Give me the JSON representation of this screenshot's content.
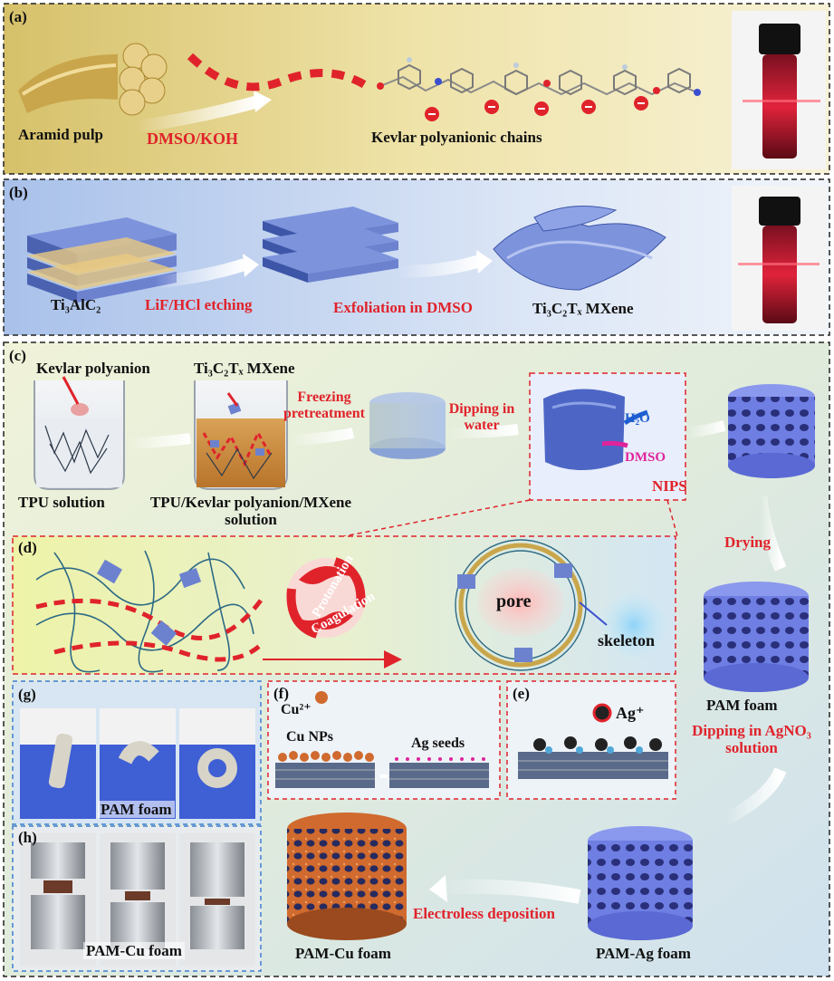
{
  "panels": {
    "a": {
      "letter": "(a)",
      "aramid_label": "Aramid pulp",
      "solvent_label": "DMSO/KOH",
      "chain_label": "Kevlar polyanionic chains"
    },
    "b": {
      "letter": "(b)",
      "max_label": "Ti₃AlC₂",
      "etch_label": "LiF/HCl etching",
      "exfoliation_label": "Exfoliation in DMSO",
      "mxene_label": "Ti₃C₂Tₓ MXene"
    },
    "c": {
      "letter": "(c)",
      "kevlar_label": "Kevlar polyanion",
      "mxene_label": "Ti₃C₂Tₓ MXene",
      "tpu_label": "TPU solution",
      "mix_label": "TPU/Kevlar polyanion/MXene solution",
      "freezing_label": "Freezing pretreatment",
      "dipping_label": "Dipping in water",
      "h2o_label": "H₂O",
      "dmso_label": "DMSO",
      "nips_label": "NIPS"
    },
    "d": {
      "letter": "(d)",
      "protonation_label": "Protonation",
      "coagulation_label": "Coagulation",
      "pore_label": "pore",
      "skeleton_label": "skeleton"
    },
    "e": {
      "letter": "(e)",
      "ion_label": "Ag⁺"
    },
    "f": {
      "letter": "(f)",
      "ion_label": "Cu²⁺",
      "np_label": "Cu NPs",
      "seed_label": "Ag seeds"
    },
    "g": {
      "letter": "(g)",
      "caption": "PAM foam"
    },
    "h": {
      "letter": "(h)",
      "caption": "PAM-Cu foam"
    },
    "right_flow": {
      "drying_label": "Drying",
      "pam_foam_label": "PAM foam",
      "dipping_ag_label": "Dipping in AgNO₃ solution",
      "pam_ag_label": "PAM-Ag foam",
      "electroless_label": "Electroless deposition",
      "pam_cu_label": "PAM-Cu foam"
    }
  },
  "colors": {
    "label_red": "#e0232b",
    "label_black": "#111111",
    "panel_a_bg": "#e2cf7c",
    "panel_b_bg": "#c9d8ee",
    "panel_c_bg": "#dfead7",
    "foam_blue": "#6f7fe0",
    "dashed_blue": "#3f7fd0",
    "dashed_red": "#e0232b"
  }
}
